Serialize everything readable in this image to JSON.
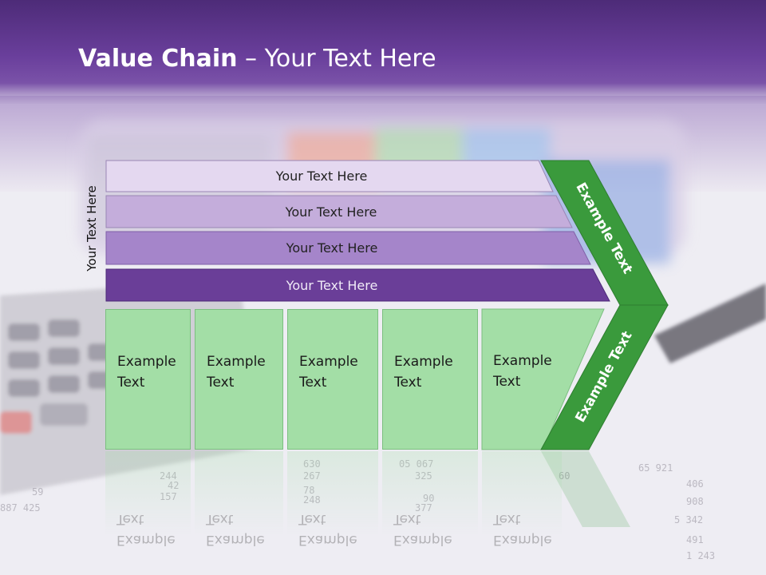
{
  "slide": {
    "title_bold": "Value Chain",
    "title_rest": " – Your Text Here",
    "side_label": "Your Text Here"
  },
  "bands": [
    {
      "label": "Your Text Here",
      "color": "#e4d8f0",
      "text_color": "#222222"
    },
    {
      "label": "Your Text Here",
      "color": "#c4addb",
      "text_color": "#222222"
    },
    {
      "label": "Your Text Here",
      "color": "#a585ca",
      "text_color": "#222222"
    },
    {
      "label": "Your Text Here",
      "color": "#6a3e98",
      "text_color": "#f0eaf7"
    }
  ],
  "columns": [
    {
      "line1": "Example",
      "line2": "Text"
    },
    {
      "line1": "Example",
      "line2": "Text"
    },
    {
      "line1": "Example",
      "line2": "Text"
    },
    {
      "line1": "Example",
      "line2": "Text"
    },
    {
      "line1": "Example",
      "line2": "Text"
    }
  ],
  "arrow": {
    "upper_label": "Example Text",
    "lower_label": "Example Text",
    "color": "#3a9a3c"
  },
  "colors": {
    "header": "#6b3f9e",
    "column_fill": "#a3dea6"
  }
}
